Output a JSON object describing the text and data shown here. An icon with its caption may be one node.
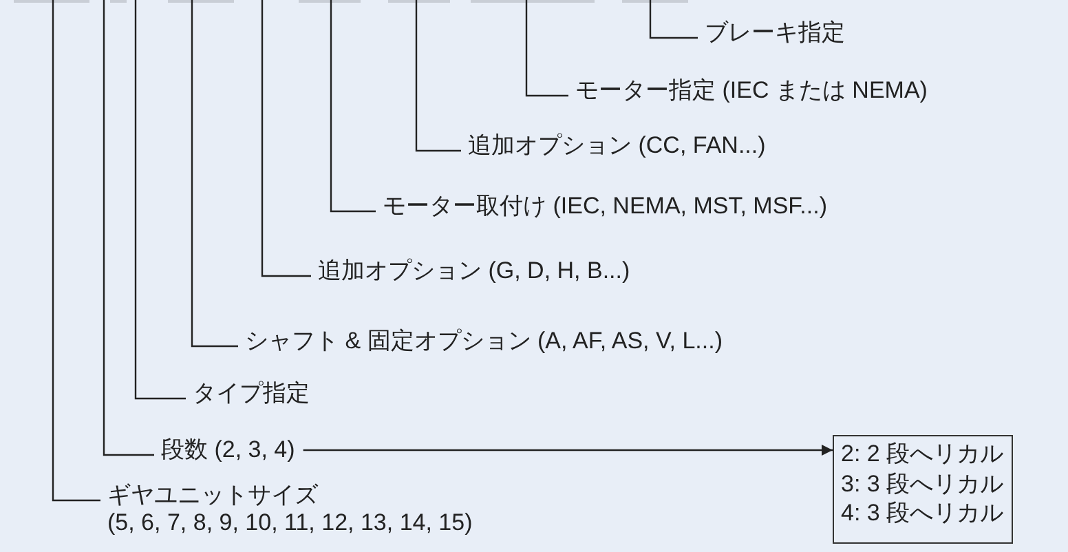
{
  "diagram": {
    "nodes": [
      {
        "text": [
          "ブレーキ指定"
        ]
      },
      {
        "text": [
          "モーター指定 (IEC または NEMA)"
        ]
      },
      {
        "text": [
          "追加オプション (CC, FAN...)"
        ]
      },
      {
        "text": [
          "モーター取付け (IEC, NEMA, MST, MSF...)"
        ]
      },
      {
        "text": [
          "追加オプション (G, D, H, B...)"
        ]
      },
      {
        "text": [
          "シャフト & 固定オプション (A, AF, AS, V, L...)"
        ]
      },
      {
        "text": [
          "タイプ指定"
        ]
      },
      {
        "text": [
          "段数 (2, 3, 4)"
        ]
      },
      {
        "text": [
          "2: 2 段へリカル",
          "3: 3 段へリカル",
          "4: 3 段へリカル"
        ]
      },
      {
        "text": [
          "ギヤユニットサイズ",
          "(5, 6, 7, 8, 9, 10, 11, 12, 13, 14, 15)"
        ]
      }
    ],
    "edges": [
      {
        "from": 0,
        "to": null,
        "arrow": "none"
      },
      {
        "from": 1,
        "to": null,
        "arrow": "none"
      },
      {
        "from": 2,
        "to": null,
        "arrow": "none"
      },
      {
        "from": 3,
        "to": null,
        "arrow": "none"
      },
      {
        "from": 4,
        "to": null,
        "arrow": "none"
      },
      {
        "from": 5,
        "to": null,
        "arrow": "none"
      },
      {
        "from": 6,
        "to": null,
        "arrow": "none"
      },
      {
        "from": 7,
        "to": null,
        "arrow": "none"
      },
      {
        "from": 7,
        "to": 8,
        "arrow": "to"
      },
      {
        "from": 9,
        "to": null,
        "arrow": "none"
      }
    ]
  }
}
